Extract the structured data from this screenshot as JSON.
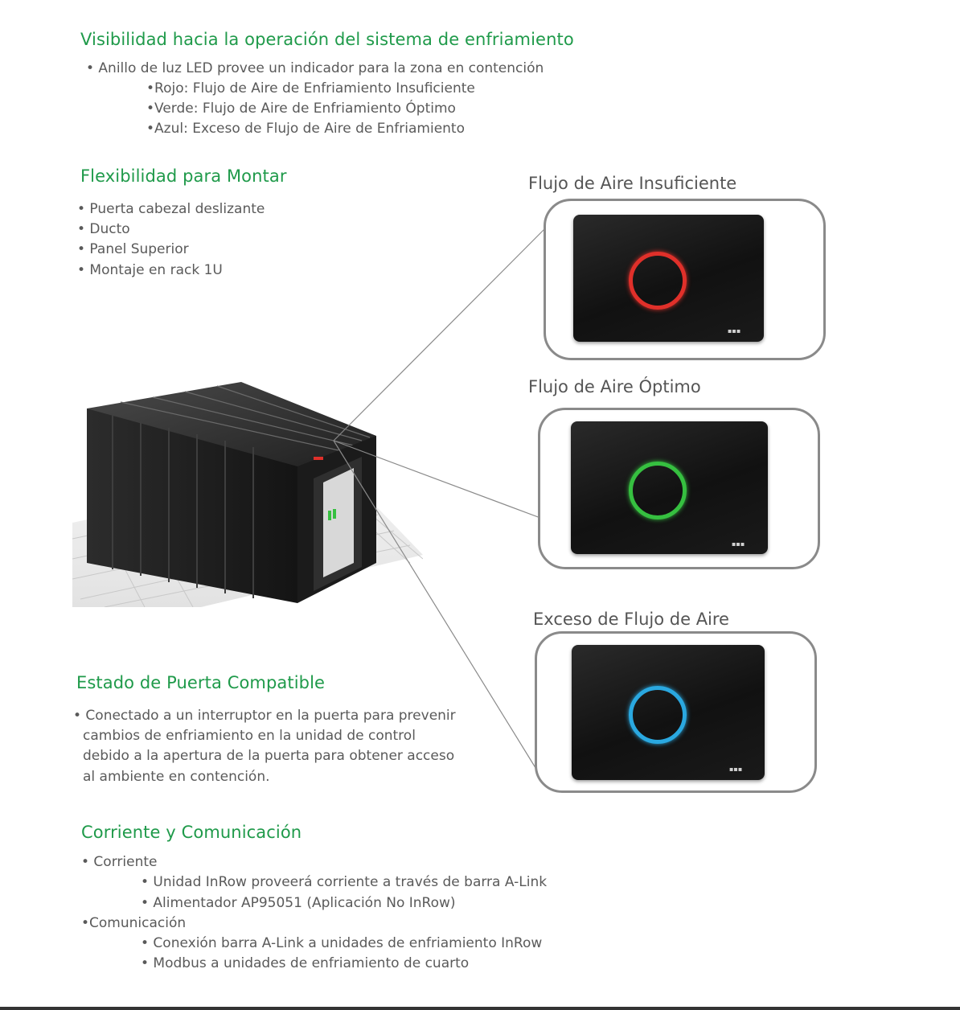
{
  "sections": {
    "visibility": {
      "title": "Visibilidad hacia la operación del sistema de enfriamiento",
      "lines": [
        "• Anillo de luz LED provee un indicador para la zona en contención",
        "•Rojo: Flujo de Aire de Enfriamiento Insuficiente",
        "•Verde: Flujo de Aire de Enfriamiento Óptimo",
        "•Azul: Exceso de Flujo de Aire de Enfriamiento"
      ]
    },
    "mounting": {
      "title": "Flexibilidad para Montar",
      "lines": [
        "• Puerta cabezal deslizante",
        "• Ducto",
        "• Panel Superior",
        "• Montaje en rack 1U"
      ]
    },
    "door": {
      "title": "Estado de Puerta Compatible",
      "lines": [
        "• Conectado a un interruptor en la puerta para prevenir",
        "cambios de enfriamiento en la unidad de control",
        "debido a la apertura de la puerta para  obtener acceso",
        "al ambiente en contención."
      ]
    },
    "power": {
      "title": "Corriente y Comunicación",
      "lines": [
        "• Corriente",
        "• Unidad InRow proveerá corriente a través de barra A-Link",
        "• Alimentador AP95051 (Aplicación No InRow)",
        "•Comunicación",
        "• Conexión barra A-Link a unidades de enfriamiento InRow",
        "• Modbus a unidades de enfriamiento de cuarto"
      ]
    }
  },
  "indicators": [
    {
      "caption": "Flujo de Aire Insuficiente",
      "ring_color": "#e0302a"
    },
    {
      "caption": "Flujo de Aire Óptimo",
      "ring_color": "#36c040"
    },
    {
      "caption": "Exceso de Flujo de Aire",
      "ring_color": "#2aa8e0"
    }
  ],
  "colors": {
    "heading": "#1f9a4a",
    "text": "#5a5a5a",
    "frame": "#8a8a8a"
  }
}
